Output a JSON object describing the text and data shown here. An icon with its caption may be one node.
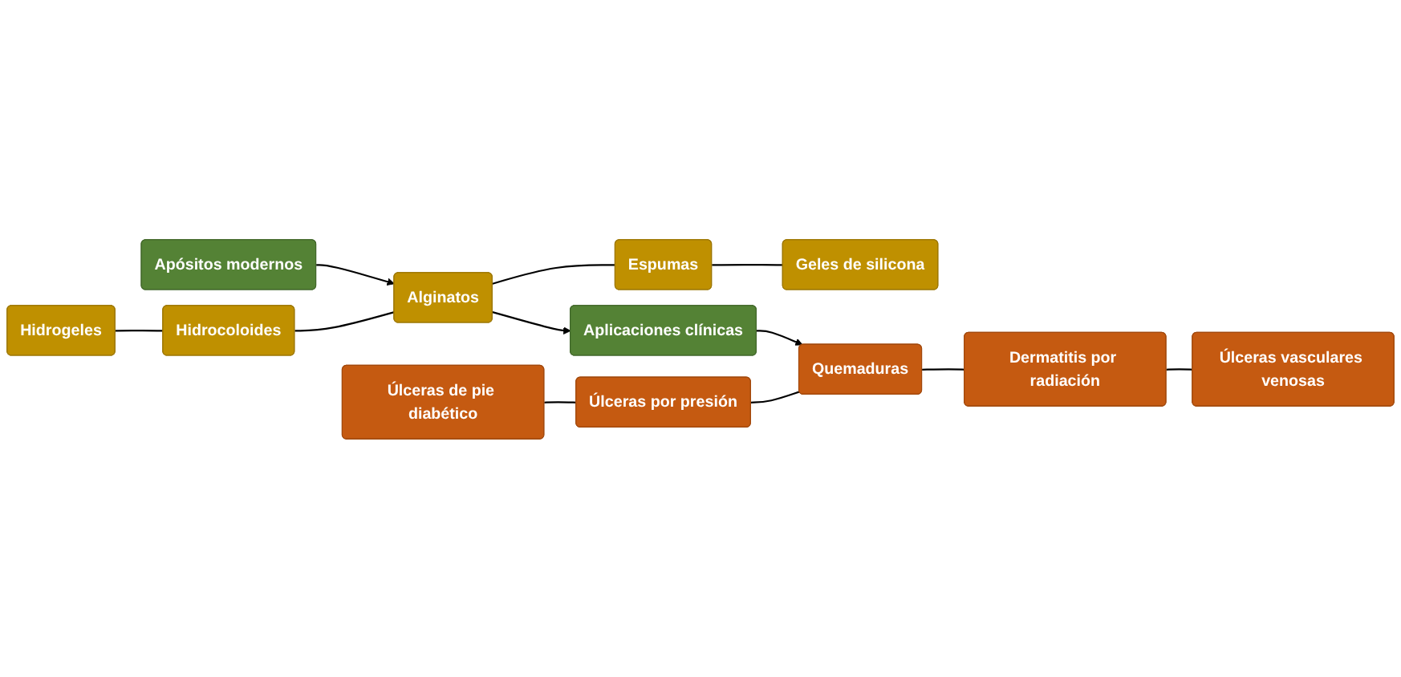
{
  "diagram": {
    "nodes": [
      {
        "text": [
          "Apósitos modernos"
        ]
      },
      {
        "text": [
          "Hidrogeles"
        ]
      },
      {
        "text": [
          "Hidrocoloides"
        ]
      },
      {
        "text": [
          "Alginatos"
        ]
      },
      {
        "text": [
          "Espumas"
        ]
      },
      {
        "text": [
          "Geles de silicona"
        ]
      },
      {
        "text": [
          "Aplicaciones clínicas"
        ]
      },
      {
        "text": [
          "Úlceras de pie diabético"
        ]
      },
      {
        "text": [
          "Úlceras por presión"
        ]
      },
      {
        "text": [
          "Quemaduras"
        ]
      },
      {
        "text": [
          "Dermatitis por radiación"
        ]
      },
      {
        "text": [
          "Úlceras vasculares venosas"
        ]
      }
    ],
    "edges": [
      {
        "from": 0,
        "to": 3,
        "arrow": "to"
      },
      {
        "from": 1,
        "to": 2,
        "arrow": "none"
      },
      {
        "from": 2,
        "to": 3,
        "arrow": "none"
      },
      {
        "from": 3,
        "to": 4,
        "arrow": "none"
      },
      {
        "from": 4,
        "to": 5,
        "arrow": "none"
      },
      {
        "from": 3,
        "to": 6,
        "arrow": "to"
      },
      {
        "from": 6,
        "to": 9,
        "arrow": "to"
      },
      {
        "from": 7,
        "to": 8,
        "arrow": "none"
      },
      {
        "from": 8,
        "to": 9,
        "arrow": "none"
      },
      {
        "from": 9,
        "to": 10,
        "arrow": "none"
      },
      {
        "from": 10,
        "to": 11,
        "arrow": "none"
      }
    ]
  }
}
